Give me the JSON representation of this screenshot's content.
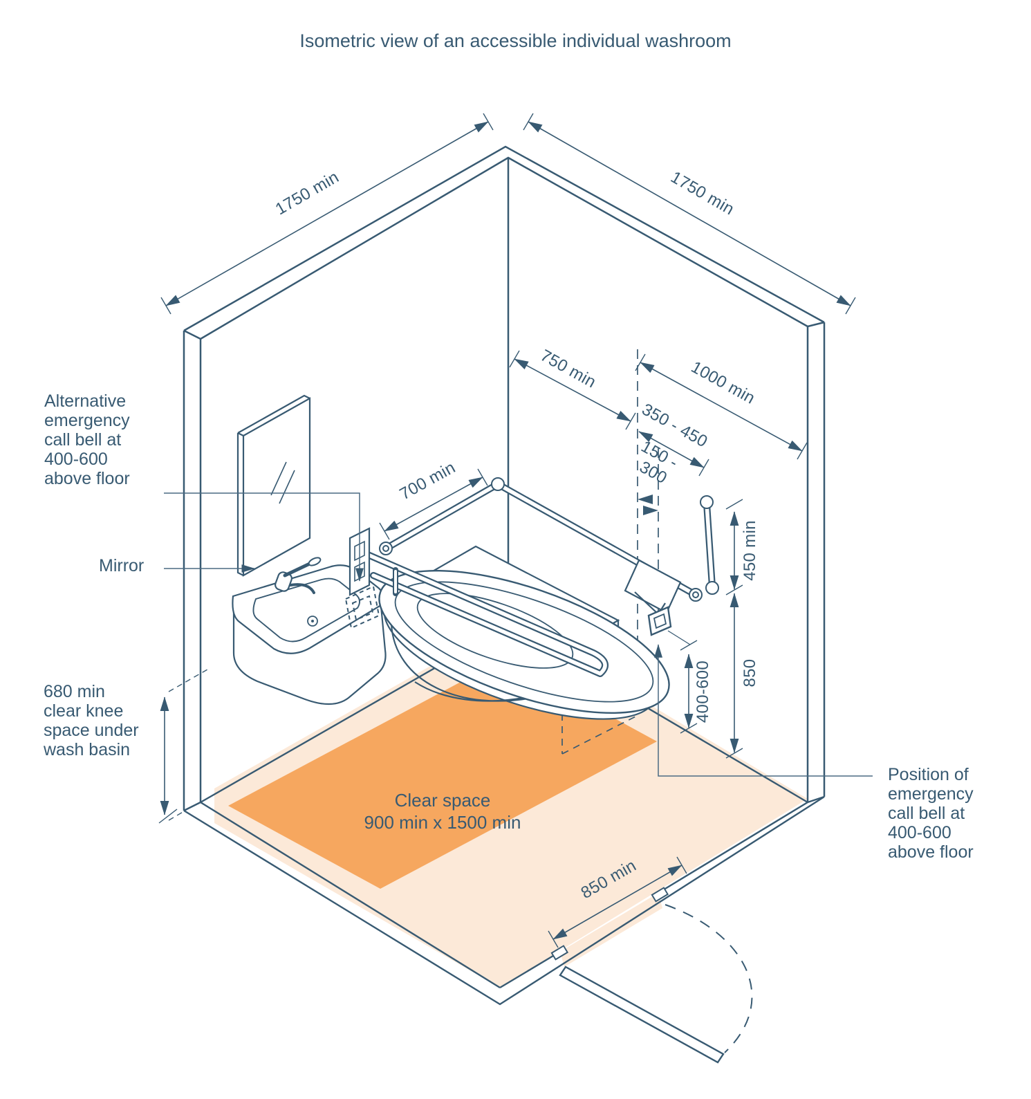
{
  "title": "Isometric view of an accessible individual washroom",
  "colors": {
    "ink": "#385A72",
    "accent_orange": "#F6A75F",
    "floor_pale": "#FCE9D8"
  },
  "dimensions": {
    "left_wall": "1750 min",
    "right_wall": "1750 min",
    "corner_to_toilet_centre": "750 min",
    "toilet_centre_to_side_wall": "1000 min",
    "centre_to_vertical_rail": "350 - 450",
    "rail_wall_offset_line1": "150 -",
    "rail_wall_offset_line2": "300",
    "basin_grab_rail": "700 min",
    "vertical_rail_length": "450 min",
    "rail_height": "850",
    "call_bell_height": "400-600",
    "door_clear_width": "850 min"
  },
  "labels": {
    "clear_space_line1": "Clear space",
    "clear_space_line2": "900 min x 1500 min",
    "alt_call_bell": [
      "Alternative",
      "emergency",
      "call bell at",
      "400-600",
      "above floor"
    ],
    "mirror": "Mirror",
    "knee_space": [
      "680 min",
      "clear knee",
      "space under",
      "wash basin"
    ],
    "position_call_bell": [
      "Position of",
      "emergency",
      "call bell at",
      "400-600",
      "above floor"
    ]
  }
}
